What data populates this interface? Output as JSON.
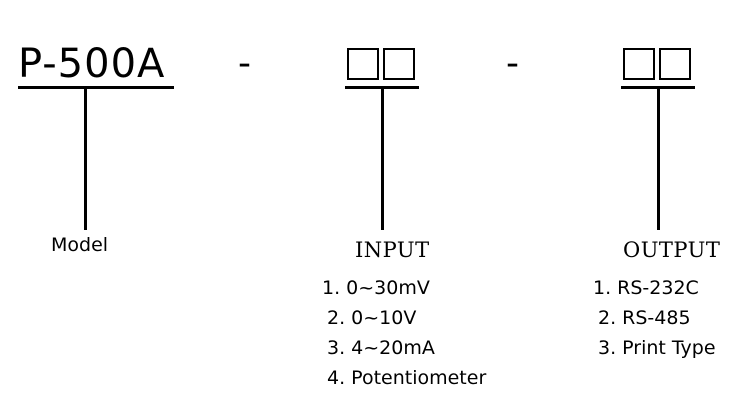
{
  "model_code": {
    "prefix": "P-500A",
    "separator": "-"
  },
  "fields": {
    "model": {
      "label": "Model"
    },
    "input": {
      "label": "INPUT",
      "options": [
        "1. 0~30mV",
        "2. 0~10V",
        "3. 4~20mA",
        "4. Potentiometer"
      ]
    },
    "output": {
      "label": "OUTPUT",
      "options": [
        "1. RS-232C",
        "2. RS-485",
        "3. Print Type"
      ]
    }
  }
}
